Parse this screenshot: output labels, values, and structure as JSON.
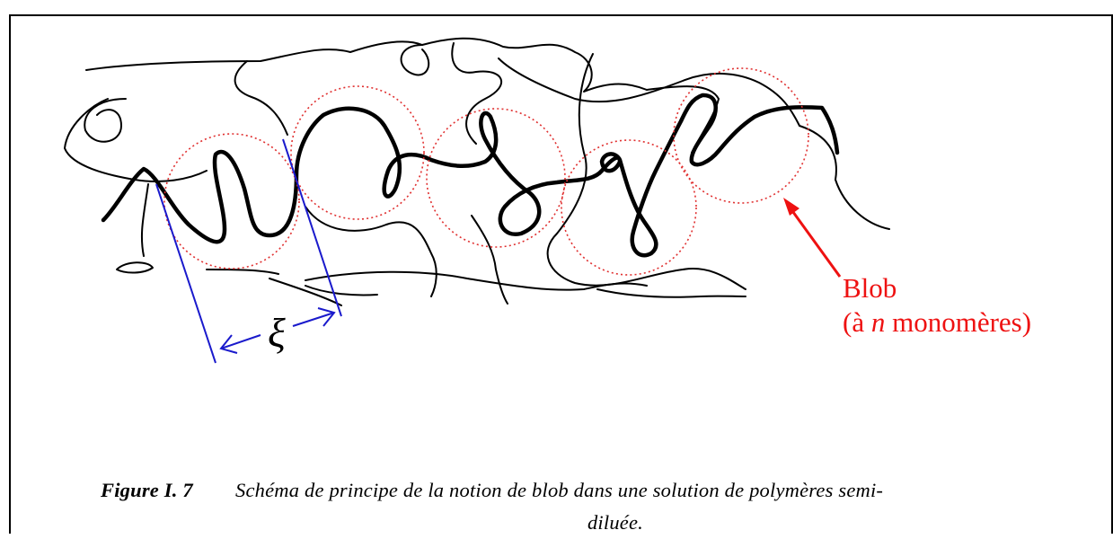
{
  "blob_label": {
    "line1": "Blob",
    "line2_prefix": "(à ",
    "line2_var": "n",
    "line2_suffix": " monomères)"
  },
  "xi_symbol": "ξ",
  "caption": {
    "number": "Figure I. 7",
    "text_line1": "Schéma de principe de la notion de blob dans une solution de polymères semi-",
    "text_line2": "diluée."
  },
  "colors": {
    "blob_circle": "#e03030",
    "blob_label": "#ee1111",
    "correlation_lines": "#1a1acc",
    "chains": "#000000"
  }
}
